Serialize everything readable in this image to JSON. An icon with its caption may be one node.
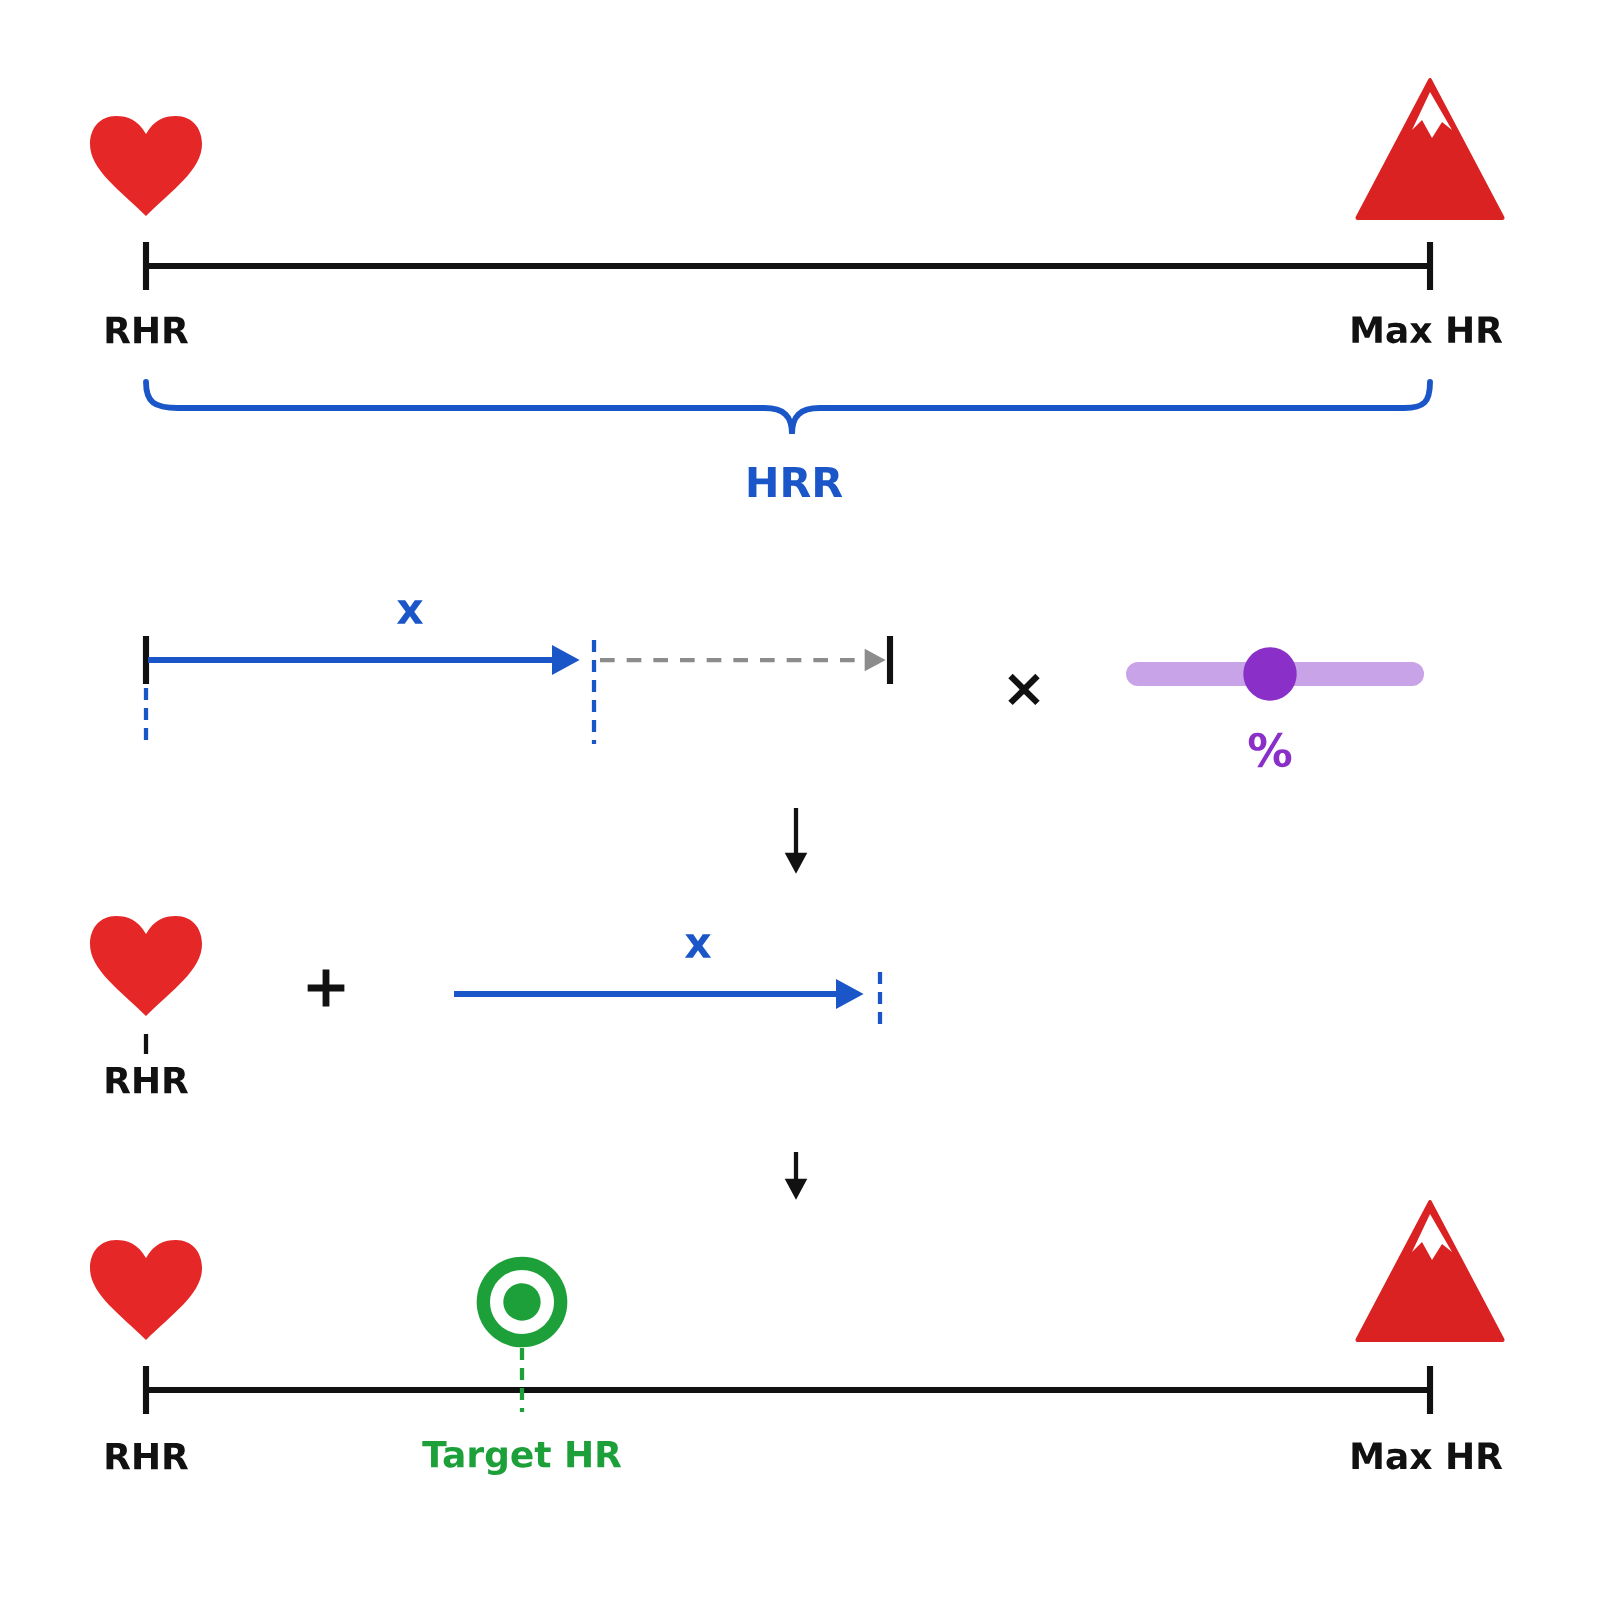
{
  "diagram": {
    "labels": [
      "RHR",
      "Max HR",
      "HRR",
      "x",
      "×",
      "%",
      "RHR",
      "+",
      "x",
      "RHR",
      "Target HR",
      "Max HR"
    ]
  }
}
